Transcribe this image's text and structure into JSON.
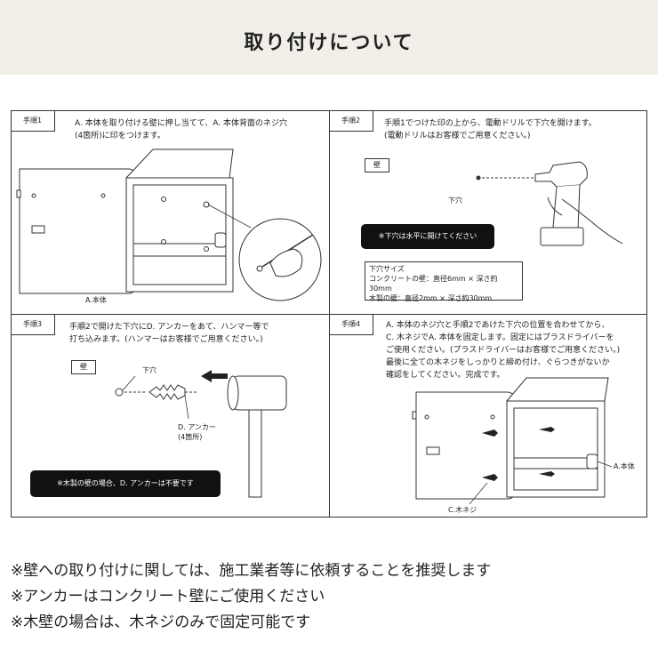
{
  "header": {
    "title": "取り付けについて"
  },
  "steps": [
    {
      "tag": "手順1",
      "text": "A. 本体を取り付ける壁に押し当てて、A. 本体背面のネジ穴\n(4箇所)に印をつけます。",
      "label_body": "A.本体"
    },
    {
      "tag": "手順2",
      "text": "手順1でつけた印の上から、電動ドリルで下穴を開けます。\n(電動ドリルはお客様でご用意ください。)",
      "wall": "壁",
      "label_hole": "下穴",
      "notice": "※下穴は水平に開けてください",
      "size_title": "下穴サイズ",
      "size_line1": "コンクリートの壁：直径6mm × 深さ約30mm",
      "size_line2": "木製の壁：直径2mm × 深さ約30mm"
    },
    {
      "tag": "手順3",
      "text": "手順2で開けた下穴にD. アンカーをあて、ハンマー等で\n打ち込みます。(ハンマーはお客様でご用意ください。)",
      "wall": "壁",
      "label_hole": "下穴",
      "label_anchor": "D. アンカー\n(4箇所)",
      "notice": "※木製の壁の場合、D. アンカーは不要です"
    },
    {
      "tag": "手順4",
      "text": "A. 本体のネジ穴と手順2であけた下穴の位置を合わせてから、\nC. 木ネジでA. 本体を固定します。固定にはプラスドライバーを\nご使用ください。(プラスドライバーはお客様でご用意ください。)\n最後に全ての木ネジをしっかりと締め付け、ぐらつきがないか\n確認をしてください。完成です。",
      "label_body": "A.本体",
      "label_screw": "C.木ネジ"
    }
  ],
  "notes": [
    "※壁への取り付けに関しては、施工業者等に依頼することを推奨します",
    "※アンカーはコンクリート壁にご使用ください",
    "※木壁の場合は、木ネジのみで固定可能です"
  ]
}
